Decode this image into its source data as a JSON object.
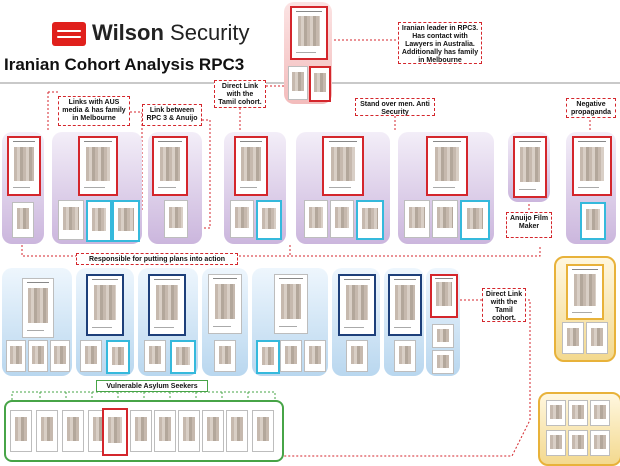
{
  "header": {
    "brand_bold": "Wilson",
    "brand_rest": " Security",
    "title": "Iranian Cohort Analysis RPC3"
  },
  "notes": {
    "iranian_leader": "Iranian leader in RPC3. Has contact with Lawyers in Australia. Additionally has family in Melbourne",
    "direct_link_top": "Direct Link with the Tamil cohort.",
    "links_aus_media": "Links with AUS media & has family in Melbourne",
    "link_rpc3_anuijo": "Link between RPC 3 & Anuijo",
    "stand_over": "Stand over men. Anti Security",
    "negative_propaganda": "Negative propaganda",
    "anuijo_film_maker": "Anuijo Film Maker",
    "responsible": "Responsible for putting plans into action",
    "direct_link_right": "Direct Link with the Tamil cohort.",
    "vulnerable": "Vulnerable Asylum Seekers"
  },
  "colors": {
    "accent_red": "#d4262c",
    "link_cyan": "#35b9dc",
    "navy": "#1d3f7a",
    "group_green": "#47a447",
    "gold": "#e8b23a"
  }
}
